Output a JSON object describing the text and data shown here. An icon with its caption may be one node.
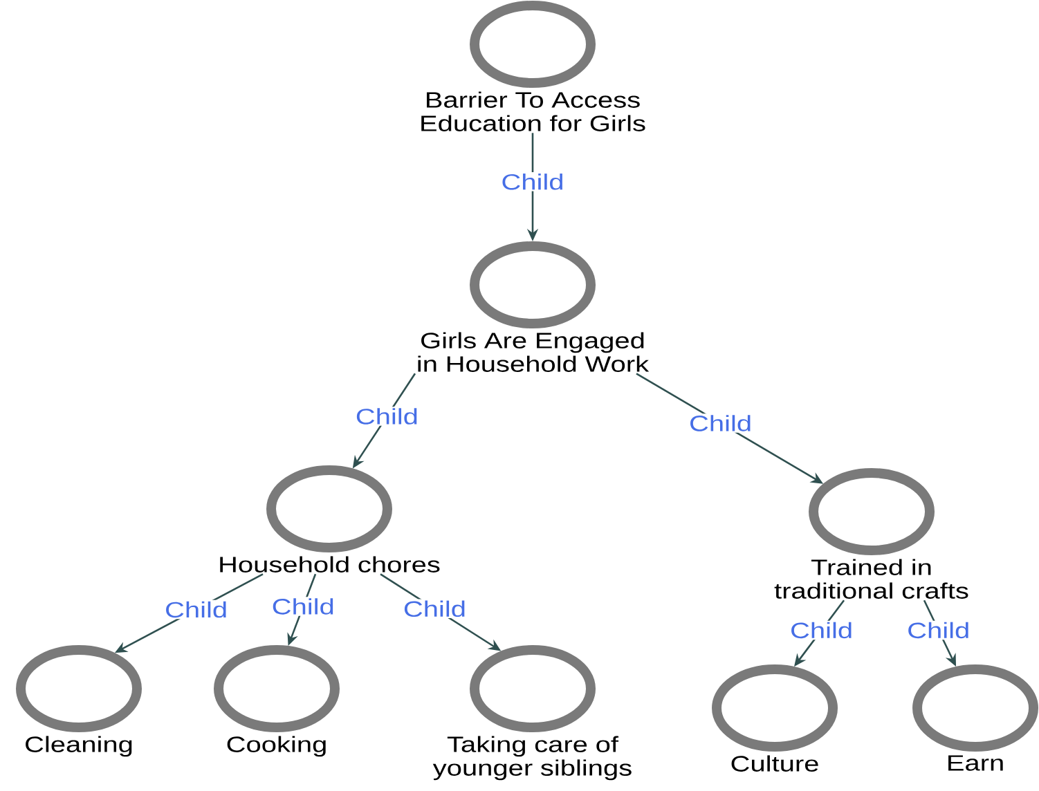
{
  "diagram": {
    "nodes": [
      {
        "text": [
          "Barrier To Access Education for Girls"
        ]
      },
      {
        "text": [
          "Girls Are Engaged in Household Work"
        ]
      },
      {
        "text": [
          "Household chores"
        ]
      },
      {
        "text": [
          "Trained in traditional crafts"
        ]
      },
      {
        "text": [
          "Cleaning"
        ]
      },
      {
        "text": [
          "Cooking"
        ]
      },
      {
        "text": [
          "Taking care of younger siblings"
        ]
      },
      {
        "text": [
          "Culture"
        ]
      },
      {
        "text": [
          "Earn"
        ]
      }
    ],
    "edges": [
      {
        "from": 0,
        "to": 1,
        "arrow": "to",
        "label": "Child"
      },
      {
        "from": 1,
        "to": 2,
        "arrow": "to",
        "label": "Child"
      },
      {
        "from": 1,
        "to": 3,
        "arrow": "to",
        "label": "Child"
      },
      {
        "from": 2,
        "to": 4,
        "arrow": "to",
        "label": "Child"
      },
      {
        "from": 2,
        "to": 5,
        "arrow": "to",
        "label": "Child"
      },
      {
        "from": 2,
        "to": 6,
        "arrow": "to",
        "label": "Child"
      },
      {
        "from": 3,
        "to": 7,
        "arrow": "to",
        "label": "Child"
      },
      {
        "from": 3,
        "to": 8,
        "arrow": "to",
        "label": "Child"
      }
    ]
  }
}
